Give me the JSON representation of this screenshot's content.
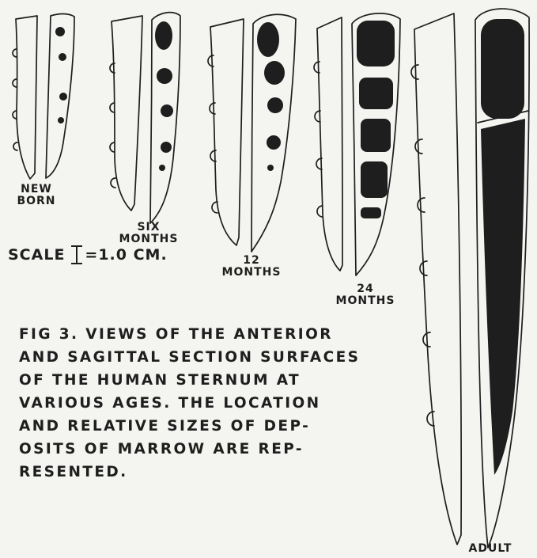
{
  "labels": {
    "newborn": "NEW\nBORN",
    "six_months": "SIX\nMONTHS",
    "twelve_months": "12\nMONTHS",
    "twentyfour_months": "24\nMONTHS",
    "adult": "ADULT"
  },
  "scale": {
    "prefix": "SCALE",
    "value": "=1.0 CM."
  },
  "caption": "FIG 3.  VIEWS OF THE ANTERIOR\nAND SAGITTAL SECTION SURFACES\nOF THE HUMAN STERNUM AT\nVARIOUS AGES. THE LOCATION\nAND RELATIVE SIZES OF DEP-\nOSITS OF MARROW ARE REP-\nRESENTED.",
  "colors": {
    "ink": "#1e1e1e",
    "paper": "#f4f4f1"
  }
}
